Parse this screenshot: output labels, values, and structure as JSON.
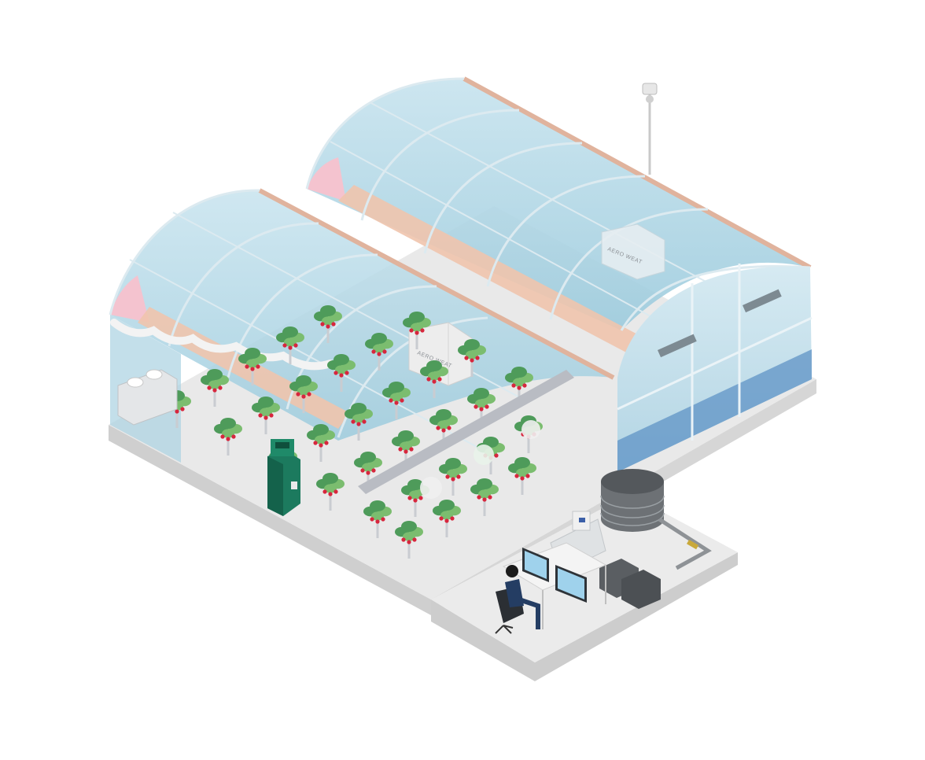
{
  "scene": {
    "subject": "isometric smart greenhouse illustration",
    "colors": {
      "glass": "#b9dbe8",
      "glass_dark": "#8fc3d8",
      "frame": "#d7e6ec",
      "roof_rail": "#e6b49b",
      "platform": "#e7e7e7",
      "platform_edge": "#cfcfcf",
      "leaf": "#4e9b5a",
      "leaf_light": "#7bbd6f",
      "berry": "#d7263d",
      "robot": "#1c7a5e",
      "tank": "#5b5f63",
      "accent_blue": "#5f93c6"
    },
    "labels": {
      "climate_unit_front": "AERO WEAT",
      "climate_unit_back": "AERO WEAT"
    }
  }
}
